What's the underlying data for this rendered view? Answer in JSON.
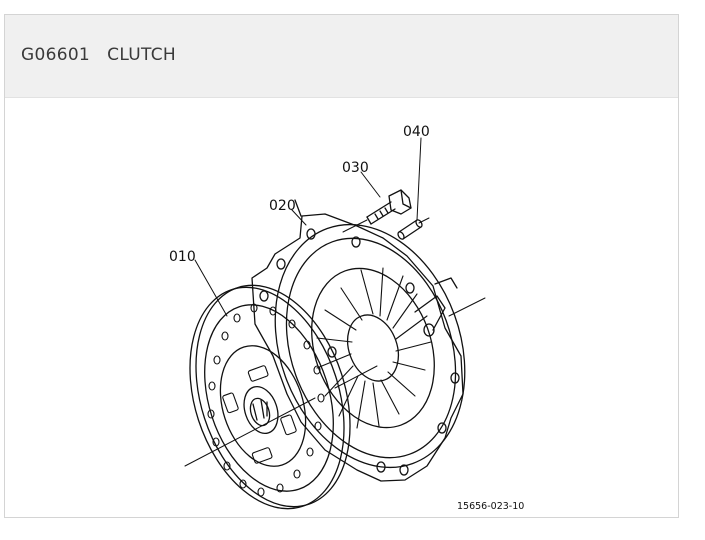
{
  "header": {
    "title": "G06601   CLUTCH"
  },
  "diagram": {
    "callouts": [
      "010",
      "020",
      "030",
      "040"
    ],
    "figure_id": "15656-023-10"
  }
}
